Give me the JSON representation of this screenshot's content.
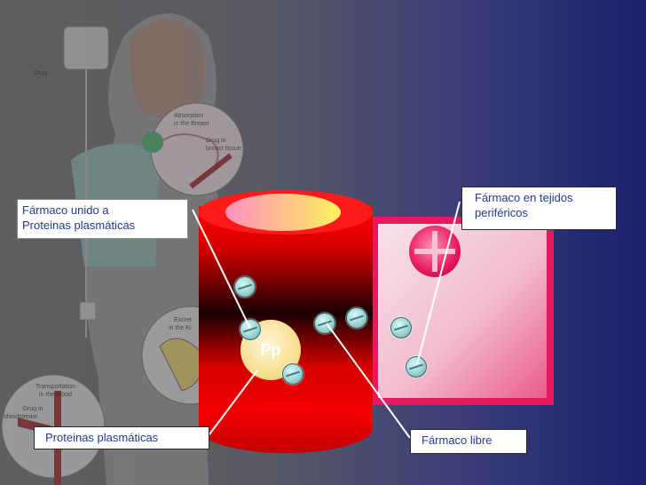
{
  "labels": {
    "bound_drug": "Fármaco unido a\nProteinas plasmáticas",
    "peripheral_drug": "Fármaco en tejidos\nperiféricos",
    "plasma_proteins": "Proteinas plasmáticas",
    "free_drug": "Fármaco libre",
    "protein_abbrev": "Pp"
  },
  "background_illustration": {
    "drug": "Drug",
    "absorption": "Absorption\nin the Breast",
    "drug_breast_tissue": "Drug in\nbreast tissue",
    "excretion": "Excret\nin the Ki",
    "transportation": "Transportation\nin the Blood",
    "drug_bloodstream": "Drug in\nbloodstream"
  },
  "colors": {
    "cylinder_red": "#ff0000",
    "cylinder_dark": "#1a0000",
    "tissue_pink": "#e8185f",
    "protein_ball": "#f7dc8c",
    "label_text": "#223a8c"
  }
}
